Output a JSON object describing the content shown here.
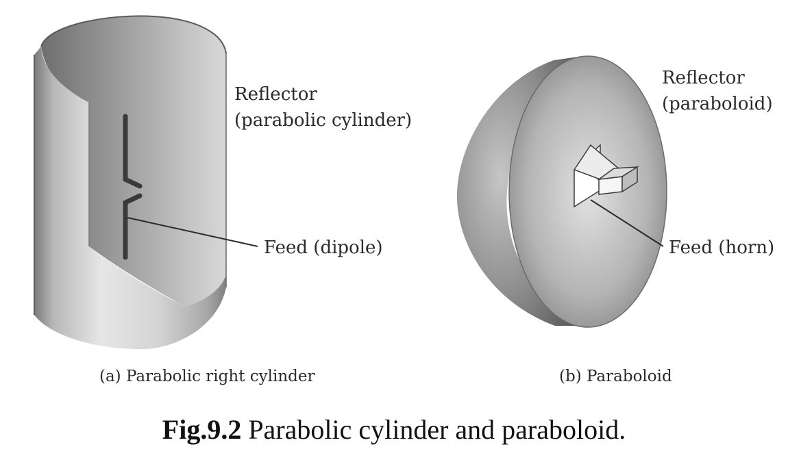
{
  "panel_a": {
    "reflector_line1": "Reflector",
    "reflector_line2": "(parabolic cylinder)",
    "feed_label": "Feed (dipole)",
    "subcaption": "(a) Parabolic right cylinder"
  },
  "panel_b": {
    "reflector_line1": "Reflector",
    "reflector_line2": "(paraboloid)",
    "feed_label": "Feed (horn)",
    "subcaption": "(b) Paraboloid"
  },
  "caption": {
    "number": "Fig.9.2",
    "text": "Parabolic cylinder and paraboloid."
  }
}
